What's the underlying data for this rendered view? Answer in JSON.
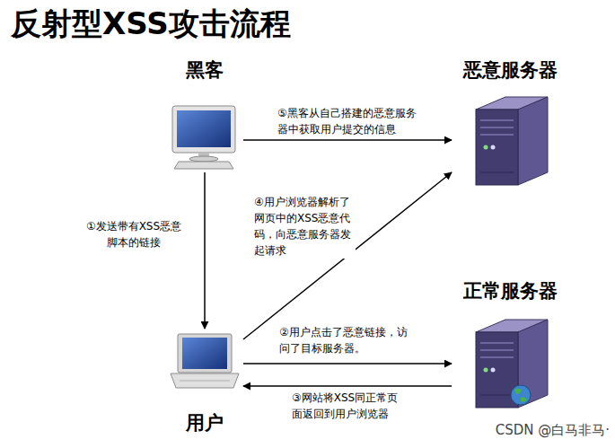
{
  "diagram": {
    "title": "反射型XSS攻击流程",
    "nodes": [
      {
        "text": [
          "黑客"
        ]
      },
      {
        "text": [
          "恶意服务器"
        ]
      },
      {
        "text": [
          "正常服务器"
        ]
      },
      {
        "text": [
          "用户"
        ]
      }
    ],
    "edges": [
      {
        "from": 0,
        "to": 3,
        "arrow": "to",
        "label": "①发送带有XSS恶意脚本的链接"
      },
      {
        "from": 3,
        "to": 2,
        "arrow": "to",
        "label": "②用户点击了恶意链接，访问了目标服务器。"
      },
      {
        "from": 2,
        "to": 3,
        "arrow": "to",
        "label": "③网站将XSS同正常页面返回到用户浏览器"
      },
      {
        "from": 3,
        "to": 1,
        "arrow": "to",
        "label": "④用户浏览器解析了网页中的XSS恶意代码，向恶意服务器发起请求"
      },
      {
        "from": 0,
        "to": 1,
        "arrow": "to",
        "label": "⑤黑客从自己搭建的恶意服务器中获取用户提交的信息"
      }
    ],
    "labels": [
      "CSDN @白马非马·"
    ]
  }
}
